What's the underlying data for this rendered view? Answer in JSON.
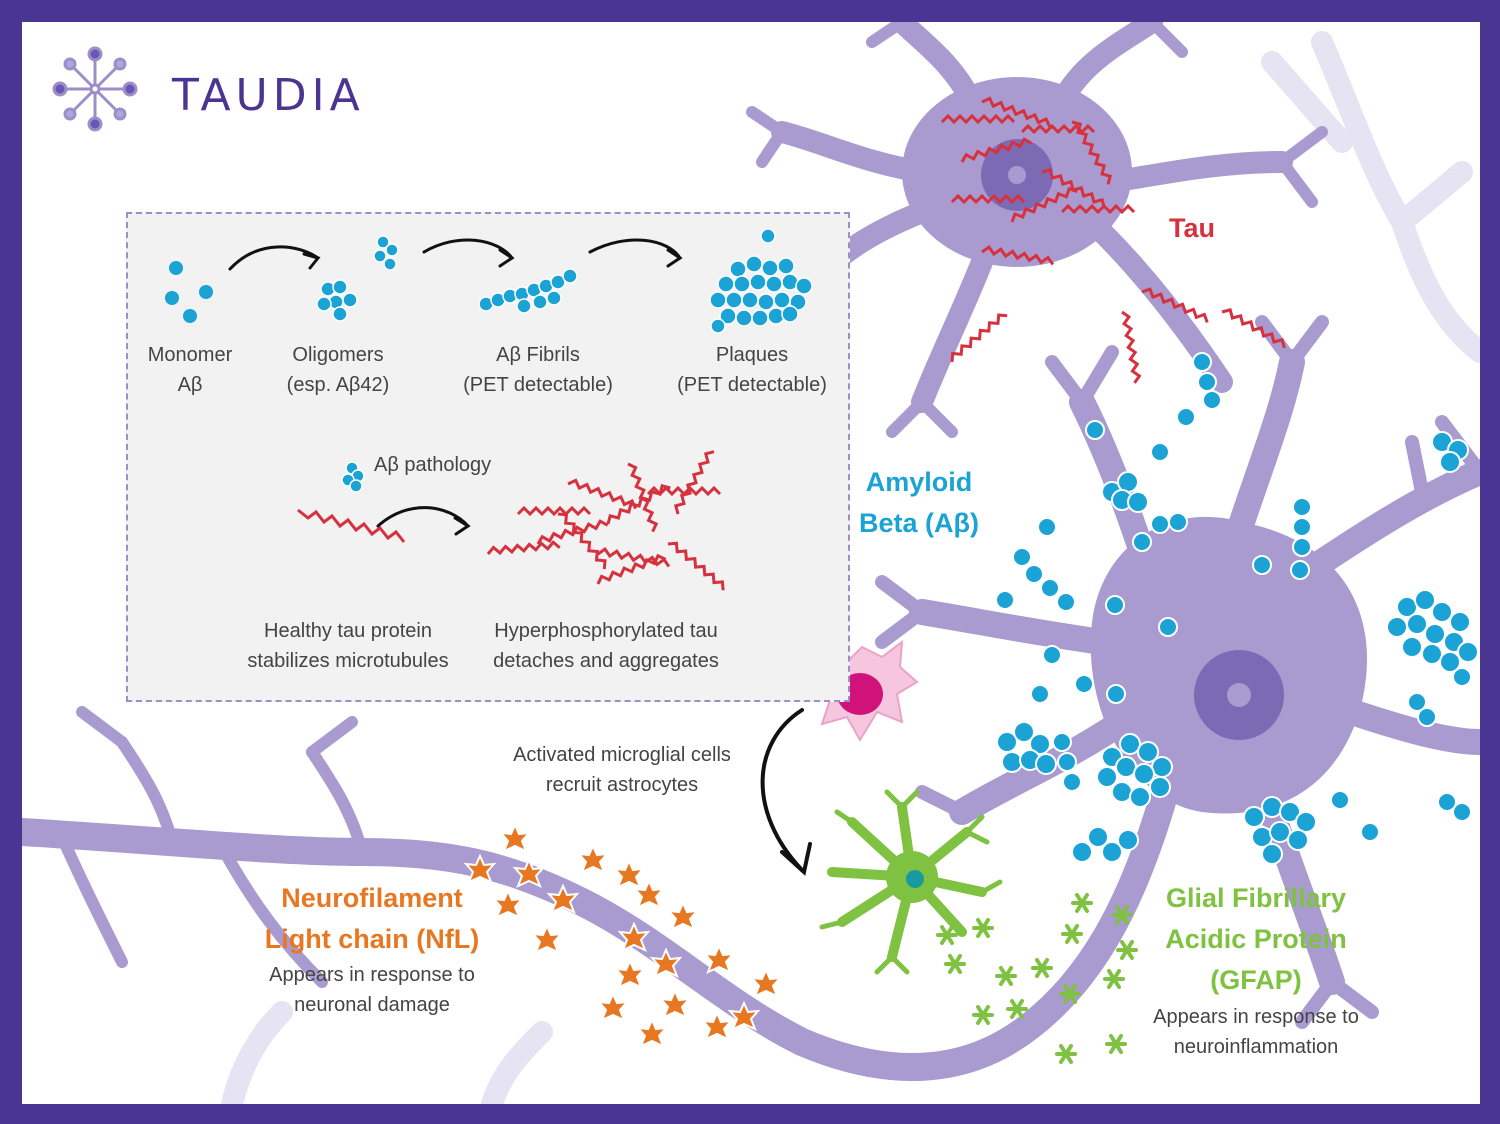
{
  "brand": {
    "name": "TAUDIA",
    "logo_icon": "radial-dots-icon"
  },
  "colors": {
    "frame": "#4a3592",
    "neuron": "#a99bd0",
    "amyloid": "#1aa3d4",
    "tau": "#d6313f",
    "nfl": "#e87722",
    "gfap": "#7fc241",
    "microglia": "#f6c6df",
    "microglia_nucleus": "#d0127a"
  },
  "inset": {
    "stages": [
      {
        "line1": "Monomer",
        "line2": "Aβ"
      },
      {
        "line1": "Oligomers",
        "line2": "(esp. Aβ42)"
      },
      {
        "line1": "Aβ Fibrils",
        "line2": "(PET detectable)"
      },
      {
        "line1": "Plaques",
        "line2": "(PET detectable)"
      }
    ],
    "legend_ab": "Aβ pathology",
    "tau_healthy": {
      "line1": "Healthy tau protein",
      "line2": "stabilizes microtubules"
    },
    "tau_hyper": {
      "line1": "Hyperphosphorylated tau",
      "line2": "detaches and aggregates"
    }
  },
  "labels": {
    "tau": "Tau",
    "amyloid": {
      "line1": "Amyloid",
      "line2": "Beta (Aβ)"
    },
    "microglia": {
      "line1": "Activated microglial cells",
      "line2": "recruit astrocytes"
    },
    "nfl": {
      "line1": "Neurofilament",
      "line2": "Light chain (NfL)",
      "desc1": "Appears in response to",
      "desc2": "neuronal damage"
    },
    "gfap": {
      "line1": "Glial Fibrillary",
      "line2": "Acidic Protein",
      "line3": "(GFAP)",
      "desc1": "Appears in response to",
      "desc2": "neuroinflammation"
    }
  }
}
